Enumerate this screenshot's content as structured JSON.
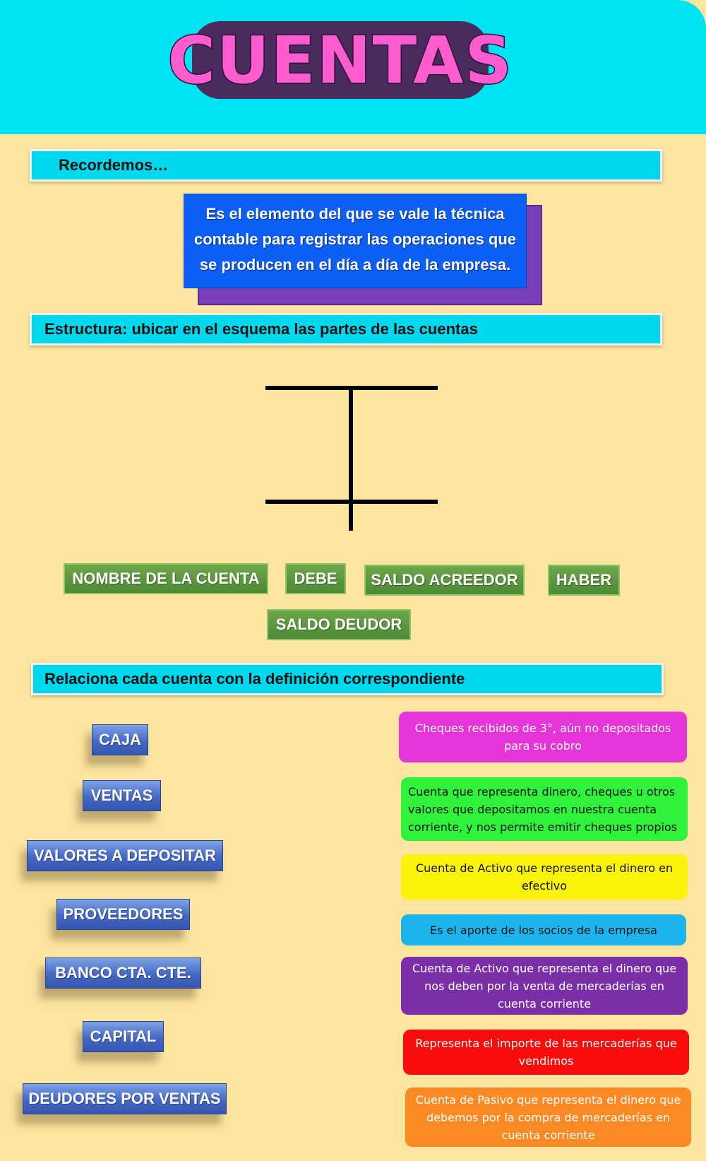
{
  "header": {
    "title": "CUENTAS",
    "bg_color": "#00e3f0",
    "title_color": "#ff5ccf"
  },
  "section1": {
    "label": "Recordemos…",
    "definition": "Es el elemento del que se vale la técnica contable para registrar las operaciones que se producen en el día a día de la empresa."
  },
  "section2": {
    "label": "Estructura: ubicar en el esquema las partes de las cuentas",
    "chips": [
      "NOMBRE DE LA CUENTA",
      "DEBE",
      "SALDO ACREEDOR",
      "HABER",
      "SALDO DEUDOR"
    ]
  },
  "section3": {
    "label": "Relaciona cada cuenta con la definición correspondiente",
    "accounts": [
      "CAJA",
      "VENTAS",
      "VALORES A DEPOSITAR",
      "PROVEEDORES",
      "BANCO CTA. CTE.",
      "CAPITAL",
      "DEUDORES POR VENTAS"
    ],
    "definitions": [
      {
        "text": "Cheques recibidos de 3°, aún no depositados para su cobro",
        "color": "#e535d8"
      },
      {
        "text": "Cuenta que representa dinero, cheques u otros valores que depositamos en nuestra cuenta corriente, y nos permite emitir cheques propios",
        "color": "#2ef33a"
      },
      {
        "text": "Cuenta de Activo que representa el dinero en efectivo",
        "color": "#fbf40a"
      },
      {
        "text": "Es el aporte de los socios de la empresa",
        "color": "#1cb4ec"
      },
      {
        "text": "Cuenta de Activo que representa el dinero que nos deben por la venta de mercaderías en cuenta corriente",
        "color": "#7a2fa8"
      },
      {
        "text": "Representa el importe de las mercaderías que vendimos",
        "color": "#f80c0c"
      },
      {
        "text": "Cuenta de Pasivo que representa el dinero que debemos por la compra de mercaderías en cuenta corriente",
        "color": "#fb8a25"
      }
    ]
  }
}
